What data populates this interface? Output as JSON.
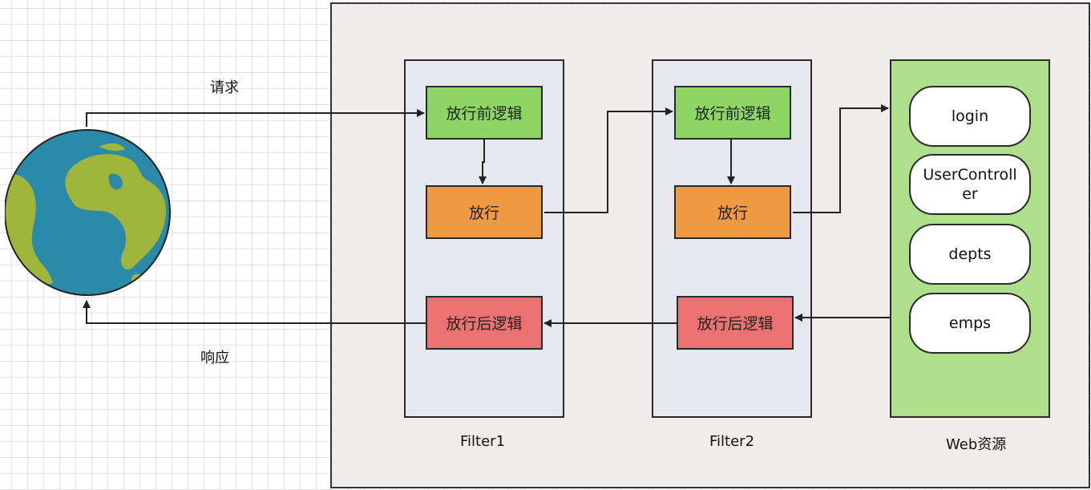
{
  "labels": {
    "request": "请求",
    "response": "响应",
    "filter1": "Filter1",
    "filter2": "Filter2",
    "web": "Web资源"
  },
  "filter1": {
    "before": "放行前逻辑",
    "pass": "放行",
    "after": "放行后逻辑"
  },
  "filter2": {
    "before": "放行前逻辑",
    "pass": "放行",
    "after": "放行后逻辑"
  },
  "resources": [
    "login",
    "UserController",
    "depts",
    "emps"
  ],
  "colors": {
    "container": "#f0eceb",
    "filter": "#e5e9ee",
    "web": "#aee08c",
    "before": "#8dd666",
    "pass": "#ee9a43",
    "after": "#ec7272",
    "ocean": "#2b8aa8",
    "land": "#9fb53c"
  },
  "icons": [
    "globe-icon"
  ]
}
